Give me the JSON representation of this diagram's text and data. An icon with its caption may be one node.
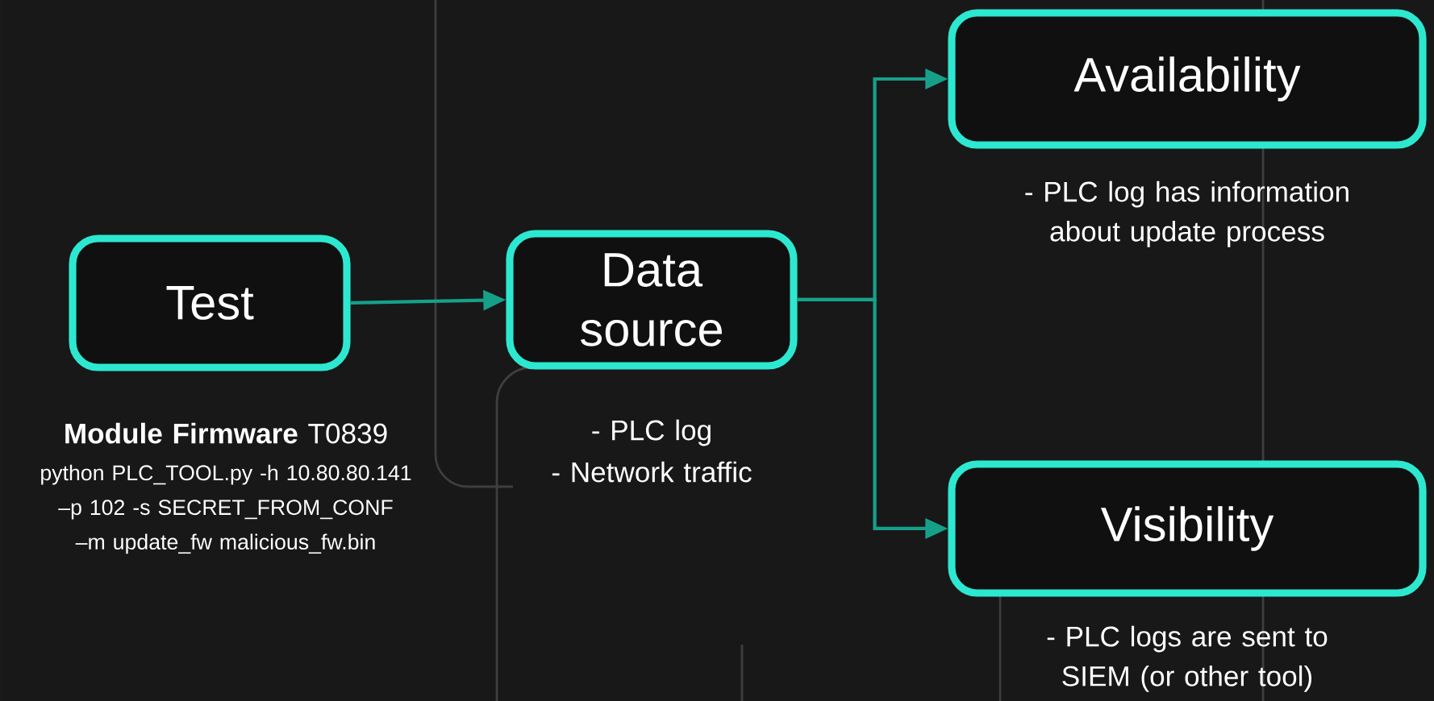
{
  "diagram": {
    "nodes": [
      {
        "text": [
          "Test"
        ],
        "beside": [
          "**Module Firmware** T0839",
          "python PLC_TOOL.py -h 10.80.80.141 –p 102 -s SECRET_FROM_CONF –m update_fw malicious_fw.bin"
        ]
      },
      {
        "text": [
          "Data source"
        ],
        "beside": [
          "- PLC log",
          "- Network traffic"
        ]
      },
      {
        "text": [
          "Availability"
        ],
        "beside": [
          "- PLC log has information about update process"
        ]
      },
      {
        "text": [
          "Visibility"
        ],
        "beside": [
          "- PLC logs are sent to SIEM (or other tool)"
        ]
      }
    ],
    "edges": [
      {
        "from": 0,
        "to": 1,
        "arrow": "to"
      },
      {
        "from": 1,
        "to": 2,
        "arrow": "to"
      },
      {
        "from": 1,
        "to": 3,
        "arrow": "to"
      }
    ]
  }
}
